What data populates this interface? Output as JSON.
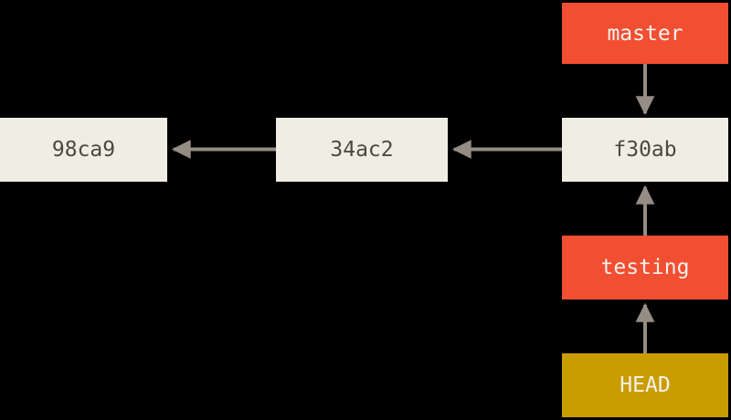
{
  "colors": {
    "background": "#000000",
    "commit_box_fill": "#f0eee4",
    "commit_text": "#4d4840",
    "branch_box_fill": "#f14e32",
    "head_box_fill": "#c99c00",
    "label_text": "#f4f2ec",
    "arrow": "#958c84"
  },
  "commits": [
    {
      "id": "98ca9"
    },
    {
      "id": "34ac2"
    },
    {
      "id": "f30ab"
    }
  ],
  "branch_labels": [
    {
      "label": "master"
    },
    {
      "label": "testing"
    }
  ],
  "head_label": {
    "label": "HEAD"
  },
  "arrows": [
    {
      "from": "f30ab",
      "to": "34ac2"
    },
    {
      "from": "34ac2",
      "to": "98ca9"
    },
    {
      "from": "master",
      "to": "f30ab"
    },
    {
      "from": "testing",
      "to": "f30ab"
    },
    {
      "from": "HEAD",
      "to": "testing"
    }
  ]
}
